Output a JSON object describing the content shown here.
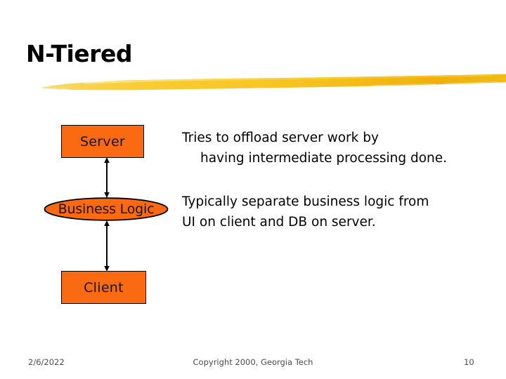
{
  "slide": {
    "title": "N-Tiered",
    "accent_color": "#f9c92b",
    "accent_color_dark": "#eead10",
    "node_fill_color": "#f96a12",
    "node_border_color": "#000000",
    "text_color": "#000000",
    "footer_color": "#4d4d4d"
  },
  "diagram": {
    "nodes": [
      {
        "id": "server",
        "label": "Server",
        "shape": "rectangle"
      },
      {
        "id": "business-logic",
        "label": "Business Logic",
        "shape": "ellipse"
      },
      {
        "id": "client",
        "label": "Client",
        "shape": "rectangle"
      }
    ],
    "connectors": [
      {
        "id": "server-logic",
        "from": "server",
        "to": "business-logic",
        "arrow": "double"
      },
      {
        "id": "logic-client",
        "from": "business-logic",
        "to": "client",
        "arrow": "double"
      }
    ]
  },
  "body": {
    "paragraphs": [
      {
        "id": "offload",
        "line1": "Tries to offload server work by",
        "line2": "having intermediate processing done."
      },
      {
        "id": "separation",
        "line1": "Typically separate business logic from",
        "line2": "UI on client and DB on server."
      }
    ]
  },
  "footer": {
    "date": "2/6/2022",
    "copyright": "Copyright 2000, Georgia Tech",
    "page_number": "10"
  }
}
